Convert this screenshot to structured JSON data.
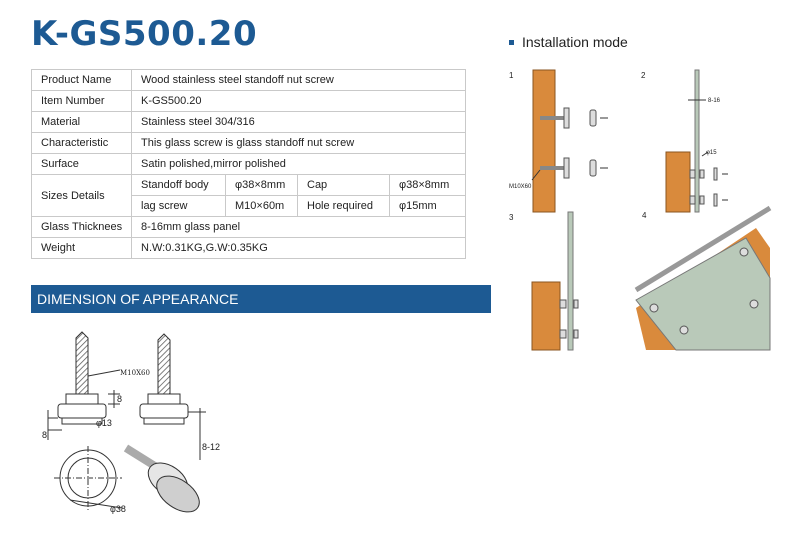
{
  "title": "K-GS500.20",
  "spec": {
    "product_name_label": "Product Name",
    "product_name": "Wood stainless steel standoff nut screw",
    "item_number_label": "Item Number",
    "item_number": "K-GS500.20",
    "material_label": "Material",
    "material": "Stainless steel 304/316",
    "characteristic_label": "Characteristic",
    "characteristic": "This glass screw is glass standoff nut screw",
    "surface_label": "Surface",
    "surface": "Satin polished,mirror polished",
    "sizes_label": "Sizes Details",
    "standoff_body_label": "Standoff body",
    "standoff_body": "φ38×8mm",
    "cap_label": "Cap",
    "cap": "φ38×8mm",
    "lag_screw_label": "lag screw",
    "lag_screw": "M10×60m",
    "hole_label": "Hole required",
    "hole": "φ15mm",
    "glass_label": "Glass Thicknees",
    "glass": "8-16mm glass panel",
    "weight_label": "Weight",
    "weight": "N.W:0.31KG,G.W:0.35KG"
  },
  "dimension_banner": "DIMENSION OF APPEARANCE",
  "installation_heading": "Installation mode",
  "drawing_labels": {
    "m10x60": "M10X60",
    "d13": "φ13",
    "eight_a": "8",
    "eight_b": "8",
    "range": "8-12",
    "d38": "φ38"
  },
  "steps": {
    "s1": "1",
    "s2": "2",
    "s3": "3",
    "s4": "4",
    "m10x60": "M10X60",
    "glass_range": "8-16",
    "d15": "φ15"
  },
  "colors": {
    "brand": "#1d5a93",
    "wood": "#d98a3c",
    "glass": "#b9c9b9"
  }
}
